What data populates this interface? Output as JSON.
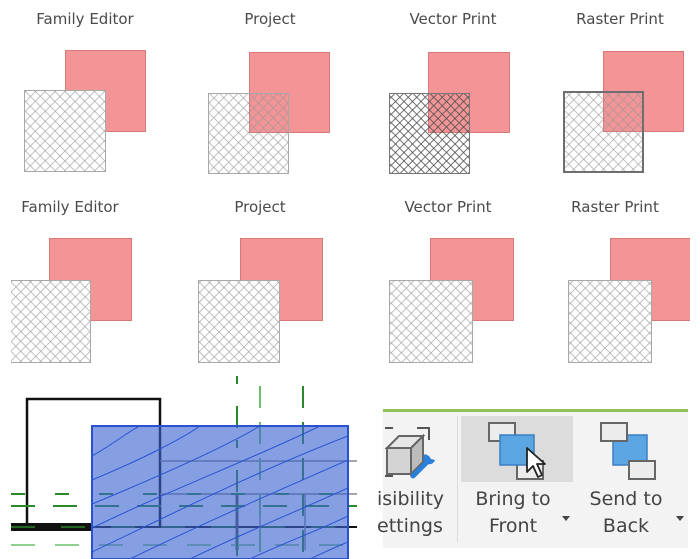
{
  "comparison": {
    "rows": [
      {
        "panels": [
          {
            "label": "Family Editor"
          },
          {
            "label": "Project"
          },
          {
            "label": "Vector Print"
          },
          {
            "label": "Raster Print"
          }
        ]
      },
      {
        "panels": [
          {
            "label": "Family Editor"
          },
          {
            "label": "Project"
          },
          {
            "label": "Vector Print"
          },
          {
            "label": "Raster Print"
          }
        ]
      }
    ],
    "colors": {
      "filled_region": "#f39496",
      "hatch_lines": "#969696"
    }
  },
  "drawing_view": {
    "colors": {
      "selected_region_fill": "#7f9be0",
      "selected_region_border": "#2a52d0",
      "grid_lines": "#2a8a2a",
      "wall_lines": "#111111"
    }
  },
  "ribbon": {
    "accent_color": "#8fc25a",
    "buttons": [
      {
        "id": "visibility-settings",
        "line1": "isibility",
        "line2": "ettings",
        "icon": "visibility-settings-icon"
      },
      {
        "id": "bring-to-front",
        "line1": "Bring to",
        "line2": "Front",
        "icon": "bring-to-front-icon",
        "has_dropdown": true,
        "hovered": true
      },
      {
        "id": "send-to-back",
        "line1": "Send to",
        "line2": "Back",
        "icon": "send-to-back-icon",
        "has_dropdown": true
      }
    ]
  }
}
